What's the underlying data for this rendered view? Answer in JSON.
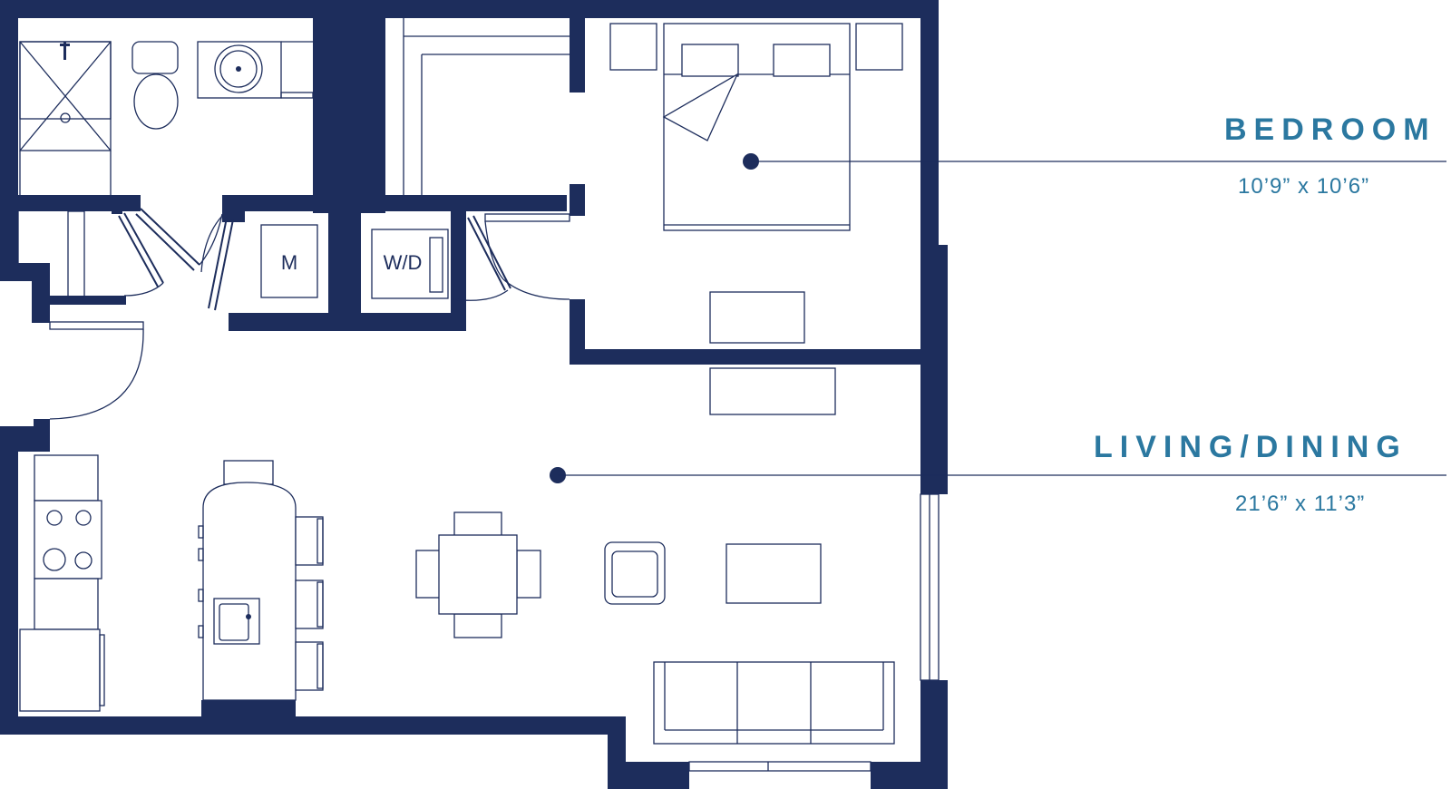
{
  "rooms": {
    "bedroom": {
      "name": "BEDROOM",
      "dimensions": "10’9” x 10’6”"
    },
    "living_dining": {
      "name": "LIVING/DINING",
      "dimensions": "21’6” x 11’3”"
    }
  },
  "closets": {
    "mechanical": "M",
    "washer_dryer": "W/D"
  },
  "colors": {
    "walls": "#1d2d5c",
    "labels": "#2b78a0"
  }
}
